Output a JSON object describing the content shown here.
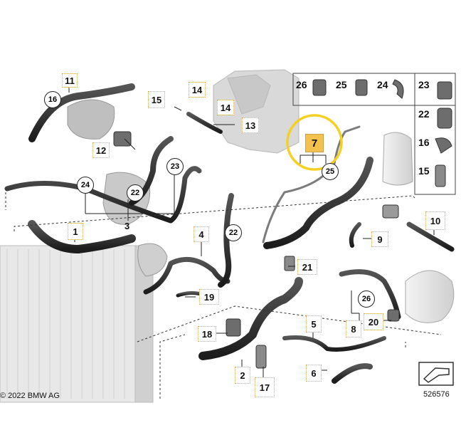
{
  "copyright": "© 2022 BMW AG",
  "diagram_id": "526576",
  "highlight_color": "#f5d020",
  "callouts": {
    "c1": "1",
    "c2": "2",
    "c3": "3",
    "c4": "4",
    "c5": "5",
    "c6": "6",
    "c7": "7",
    "c8": "8",
    "c9": "9",
    "c10": "10",
    "c11": "11",
    "c12": "12",
    "c13": "13",
    "c14a": "14",
    "c14b": "14",
    "c15a": "15",
    "c15b": "15",
    "c16a": "16",
    "c16b": "16",
    "c17": "17",
    "c18": "18",
    "c19": "19",
    "c20": "20",
    "c21": "21",
    "c22a": "22",
    "c22b": "22",
    "c22c": "22",
    "c23a": "23",
    "c23b": "23",
    "c24a": "24",
    "c24b": "24",
    "c25a": "25",
    "c25b": "25",
    "c26a": "26",
    "c26b": "26"
  }
}
